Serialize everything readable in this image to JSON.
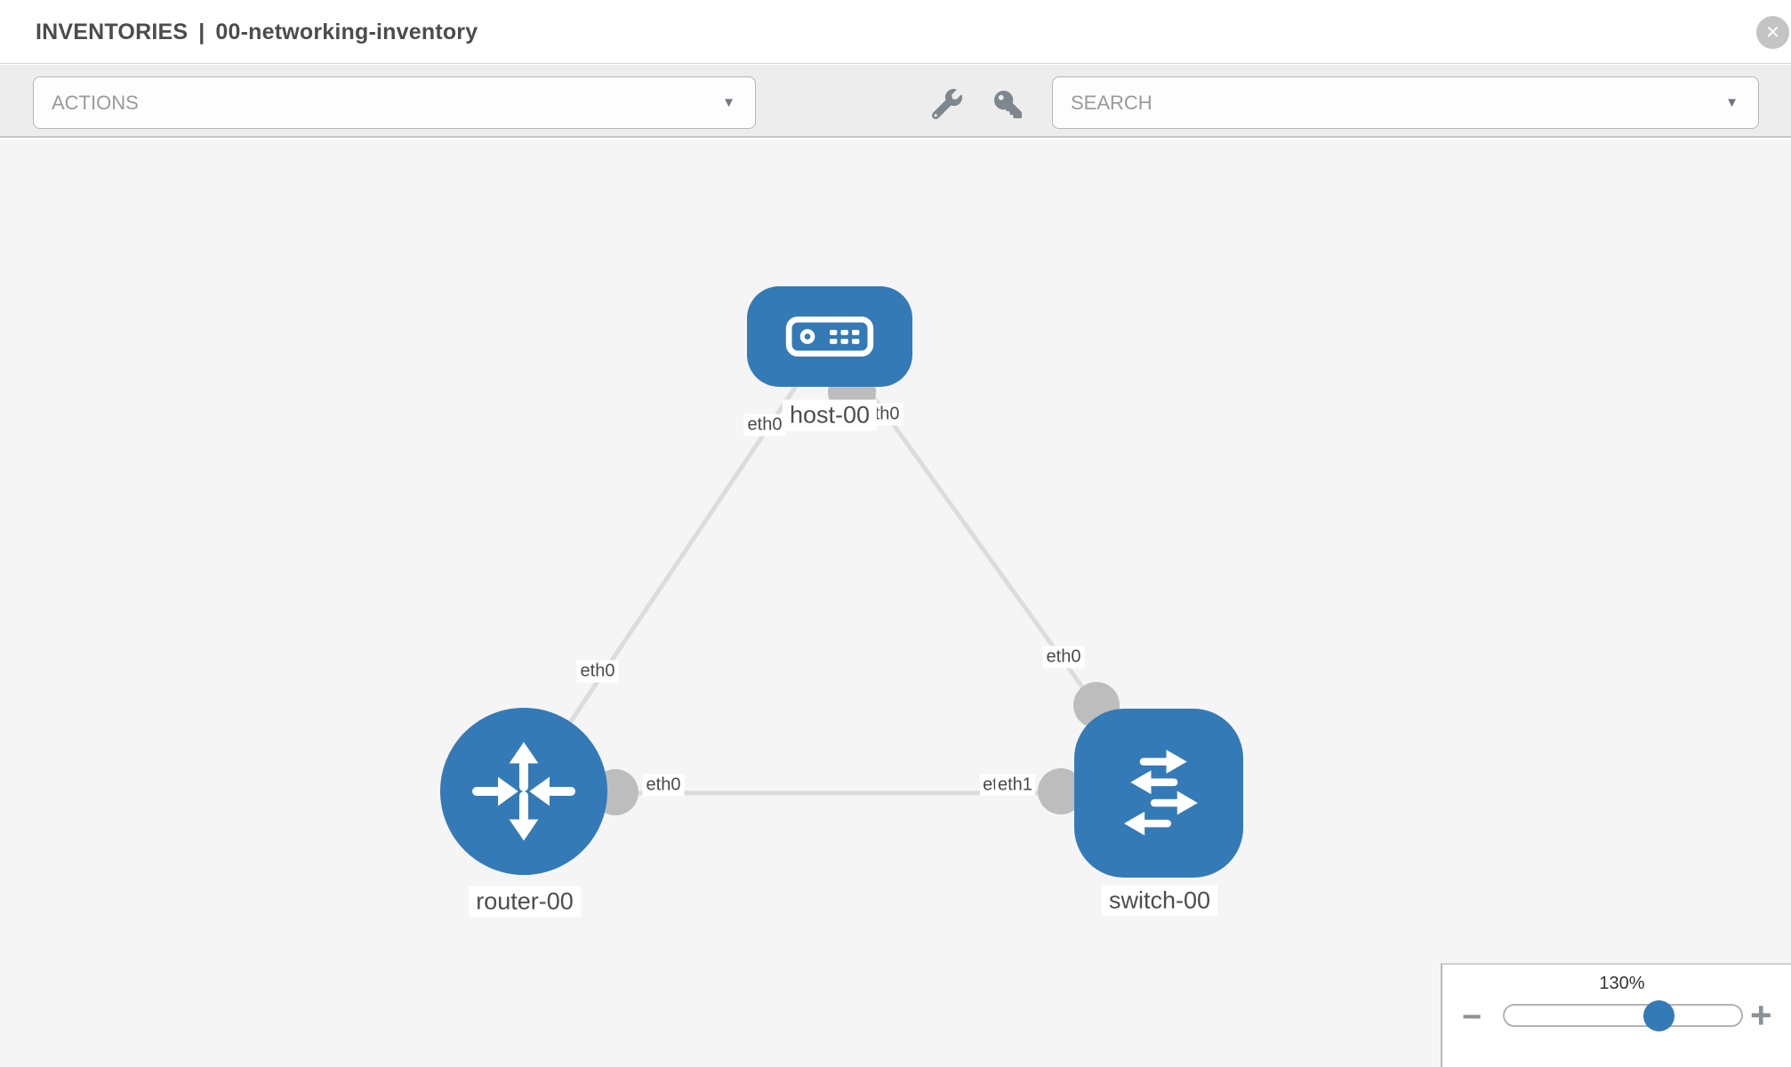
{
  "window": {
    "header": {
      "breadcrumb": "INVENTORIES",
      "separator": "|",
      "title": "00-networking-inventory",
      "close_glyph": "✕"
    },
    "toolbar": {
      "actions_label": "ACTIONS",
      "search_label": "SEARCH",
      "caret": "▼"
    }
  },
  "topology": {
    "nodes": [
      {
        "id": "host-00",
        "type": "host",
        "label": "host-00"
      },
      {
        "id": "router-00",
        "type": "router",
        "label": "router-00"
      },
      {
        "id": "switch-00",
        "type": "switch",
        "label": "switch-00"
      }
    ],
    "links": [
      {
        "from": "host-00",
        "to": "router-00",
        "from_interface": "eth0",
        "to_interface": "eth0"
      },
      {
        "from": "host-00",
        "to": "switch-00",
        "from_interface": "eth0",
        "to_interface": "eth0"
      },
      {
        "from": "router-00",
        "to": "switch-00",
        "from_interface": "eth0",
        "to_interface": "eth1"
      }
    ],
    "edge_labels": {
      "host_router_near_host": "eth0",
      "host_router_near_router": "eth0",
      "host_switch_near_host": "eth0",
      "host_switch_near_switch": "eth0",
      "router_switch_near_router": "eth0",
      "router_switch_near_switch_back": "eth0",
      "router_switch_near_switch_front": "eth1"
    }
  },
  "zoom_control": {
    "level": "130%",
    "minus_glyph": "−",
    "plus_glyph": "+"
  },
  "colors": {
    "node_blue": "#337ab7",
    "edge_gray": "#dcdcdc",
    "port_gray": "#bdbdbd",
    "toolbar_bg": "#ededed",
    "canvas_bg": "#f5f5f5"
  }
}
